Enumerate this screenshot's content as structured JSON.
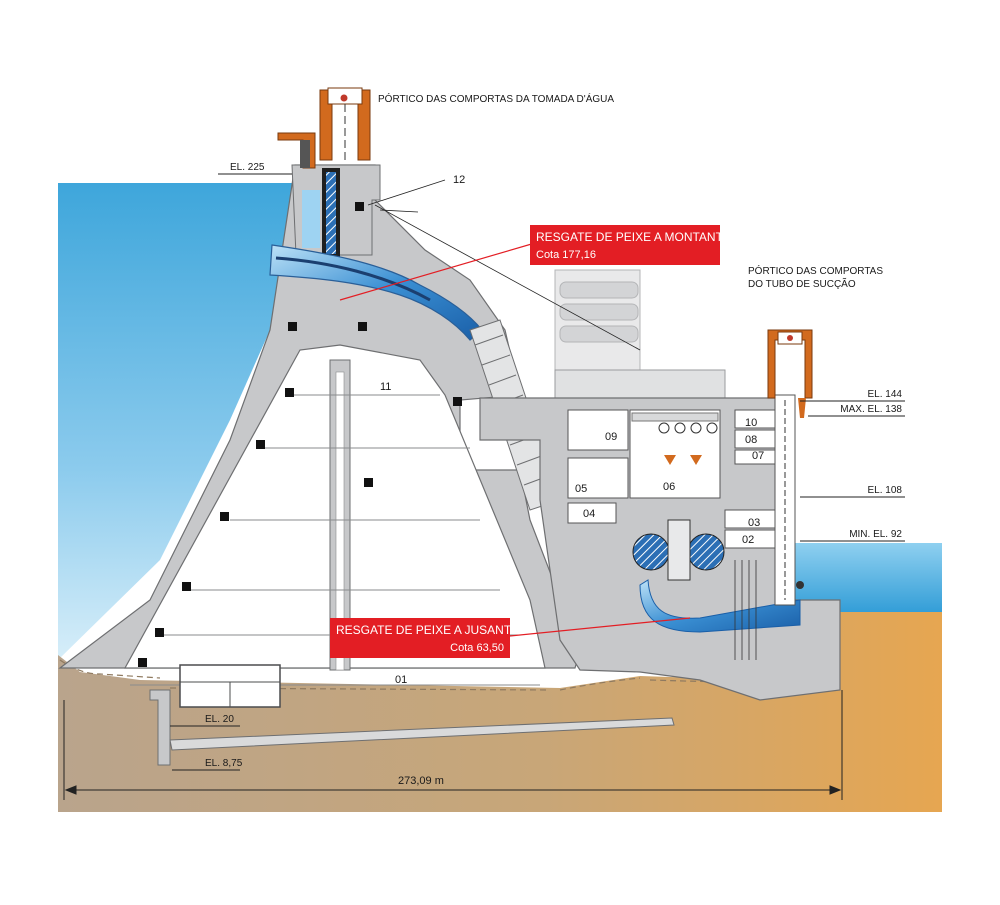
{
  "top_gantry_label": "PÓRTICO DAS COMPORTAS DA TOMADA D'ÁGUA",
  "draft_gantry_label": [
    "PÓRTICO DAS COMPORTAS",
    "DO TUBO DE SUCÇÃO"
  ],
  "callout_upstream": {
    "title": "RESGATE DE PEIXE A MONTANTE",
    "subtitle": "Cota 177,16"
  },
  "callout_downstream": {
    "title": "RESGATE DE PEIXE A JUSANTE",
    "subtitle": "Cota 63,50"
  },
  "elevations": {
    "el225": "EL. 225",
    "el144": "EL. 144",
    "max138": "MAX. EL. 138",
    "el108": "EL. 108",
    "min92": "MIN. EL. 92",
    "el20": "EL. 20",
    "el875": "EL. 8,75"
  },
  "dimension": "273,09 m",
  "numbers": {
    "n01": "01",
    "n02": "02",
    "n03": "03",
    "n04": "04",
    "n05": "05",
    "n06": "06",
    "n07": "07",
    "n08": "08",
    "n09": "09",
    "n10": "10",
    "n11": "11",
    "n12": "12"
  },
  "colors": {
    "water": "#4aaee0",
    "water_light": "#bfe3f5",
    "concrete": "#c8c9cb",
    "soil": "#d6a867",
    "soil_dark": "#b89a78",
    "callout": "#e31e24",
    "gantry": "#d26a1e",
    "pipe": "#2f7dc4"
  }
}
